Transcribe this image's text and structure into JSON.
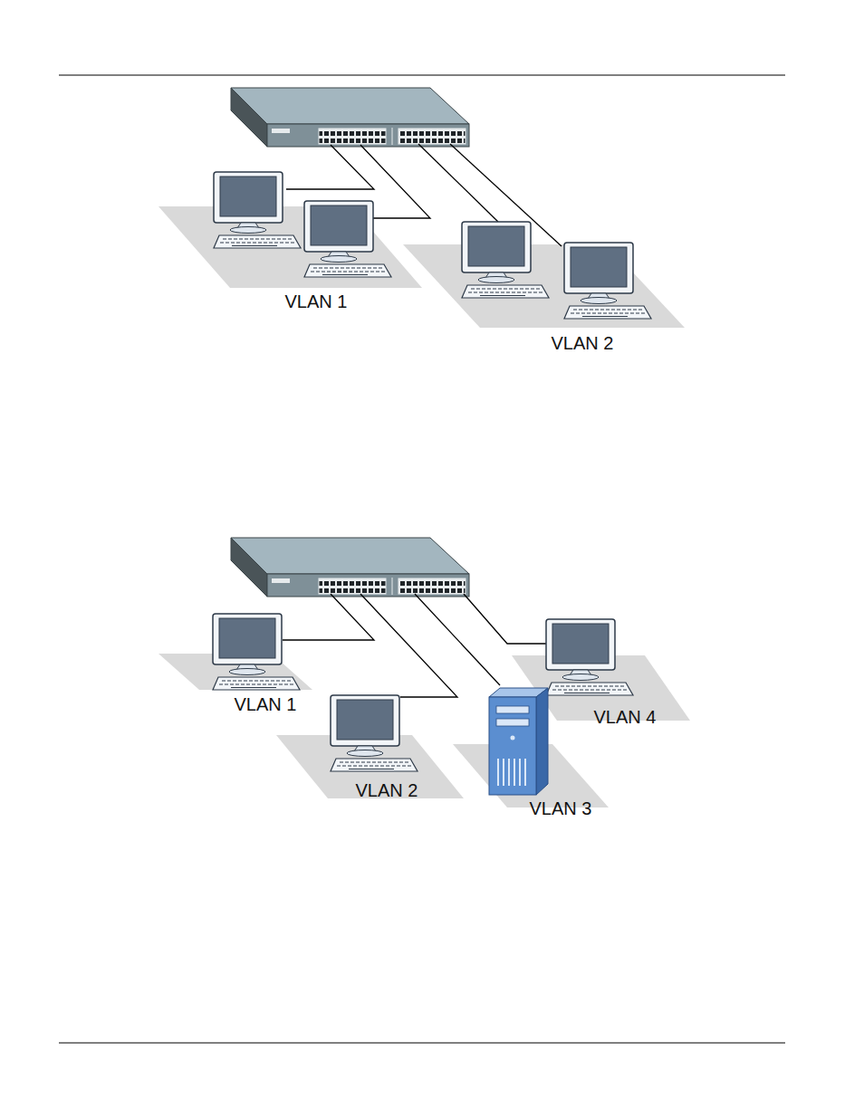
{
  "diagram": {
    "nodes": [
      {
        "text": [
          "VLAN 1"
        ]
      },
      {
        "text": [
          "VLAN 2"
        ]
      },
      {
        "text": [
          "VLAN 1"
        ]
      },
      {
        "text": [
          "VLAN 4"
        ]
      },
      {
        "text": [
          "VLAN 2"
        ]
      },
      {
        "text": [
          "VLAN 3"
        ]
      }
    ]
  }
}
